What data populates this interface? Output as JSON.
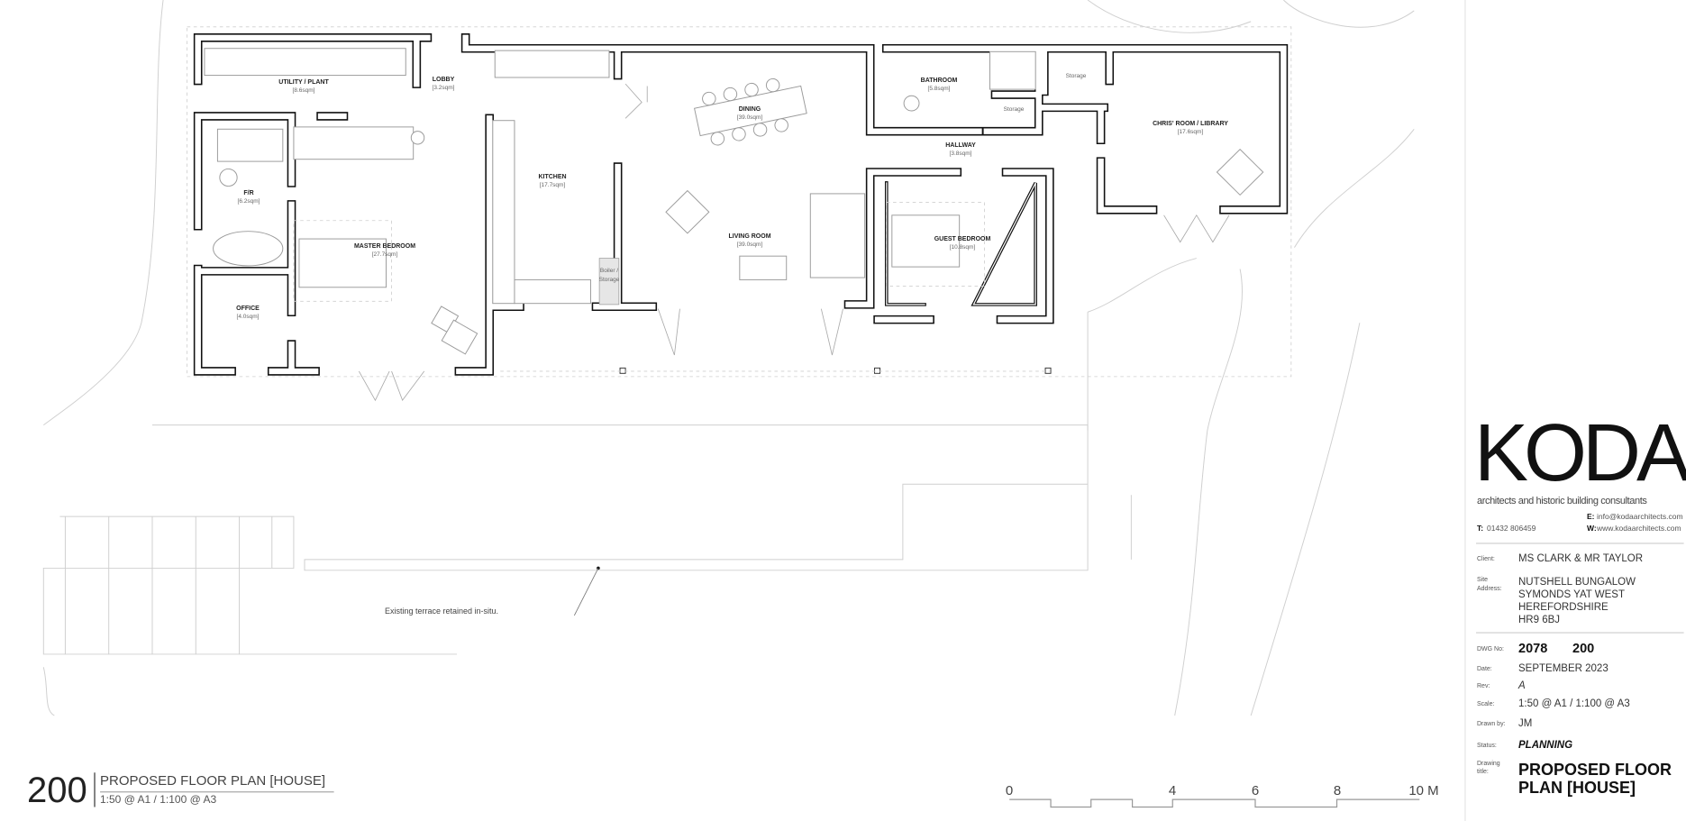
{
  "rooms": {
    "utility": {
      "name": "UTILITY / PLANT",
      "area": "[8.6sqm]"
    },
    "lobby": {
      "name": "LOBBY",
      "area": "[3.2sqm]"
    },
    "fr": {
      "name": "F/R",
      "area": "[6.2sqm]"
    },
    "master": {
      "name": "MASTER BEDROOM",
      "area": "[27.7sqm]"
    },
    "office": {
      "name": "OFFICE",
      "area": "[4.0sqm]"
    },
    "kitchen": {
      "name": "KITCHEN",
      "area": "[17.7sqm]"
    },
    "boiler": {
      "name1": "Boiler /",
      "name2": "Storage"
    },
    "dining": {
      "name": "DINING",
      "area": "[39.0sqm]"
    },
    "living": {
      "name": "LIVING ROOM",
      "area": "[39.0sqm]"
    },
    "bathroom": {
      "name": "BATHROOM",
      "area": "[5.8sqm]"
    },
    "storage1": {
      "name": "Storage"
    },
    "storage2": {
      "name": "Storage"
    },
    "hallway": {
      "name": "HALLWAY",
      "area": "[3.8sqm]"
    },
    "guest": {
      "name": "GUEST BEDROOM",
      "area": "[10.8sqm]"
    },
    "chris": {
      "name": "CHRIS' ROOM / LIBRARY",
      "area": "[17.6sqm]"
    }
  },
  "annotation": "Existing terrace retained in-situ.",
  "drawing_label": {
    "number": "200",
    "title": "PROPOSED FLOOR PLAN [HOUSE]",
    "scale": "1:50 @ A1 / 1:100 @ A3"
  },
  "scale_bar": {
    "labels": [
      "0",
      "4",
      "6",
      "8",
      "10 M"
    ]
  },
  "title_block": {
    "logo": "KODA",
    "tagline": "architects and historic building consultants",
    "phone_label": "T:",
    "phone": "01432 806459",
    "email_label": "E:",
    "email": "info@kodaarchitects.com",
    "web_label": "W:",
    "web": "www.kodaarchitects.com",
    "client_label": "Client:",
    "client": "MS CLARK & MR TAYLOR",
    "site_label1": "Site",
    "site_label2": "Address:",
    "address": [
      "NUTSHELL BUNGALOW",
      "SYMONDS YAT WEST",
      "HEREFORDSHIRE",
      "HR9 6BJ"
    ],
    "dwg_label": "DWG No:",
    "dwg_job": "2078",
    "dwg_num": "200",
    "date_label": "Date:",
    "date": "SEPTEMBER 2023",
    "rev_label": "Rev:",
    "rev": "A",
    "scale_label": "Scale:",
    "scale": "1:50 @ A1 / 1:100 @ A3",
    "drawn_label": "Drawn by:",
    "drawn": "JM",
    "status_label": "Status:",
    "status": "PLANNING",
    "title_label1": "Drawing",
    "title_label2": "title:",
    "title1": "PROPOSED FLOOR",
    "title2": "PLAN [HOUSE]"
  }
}
